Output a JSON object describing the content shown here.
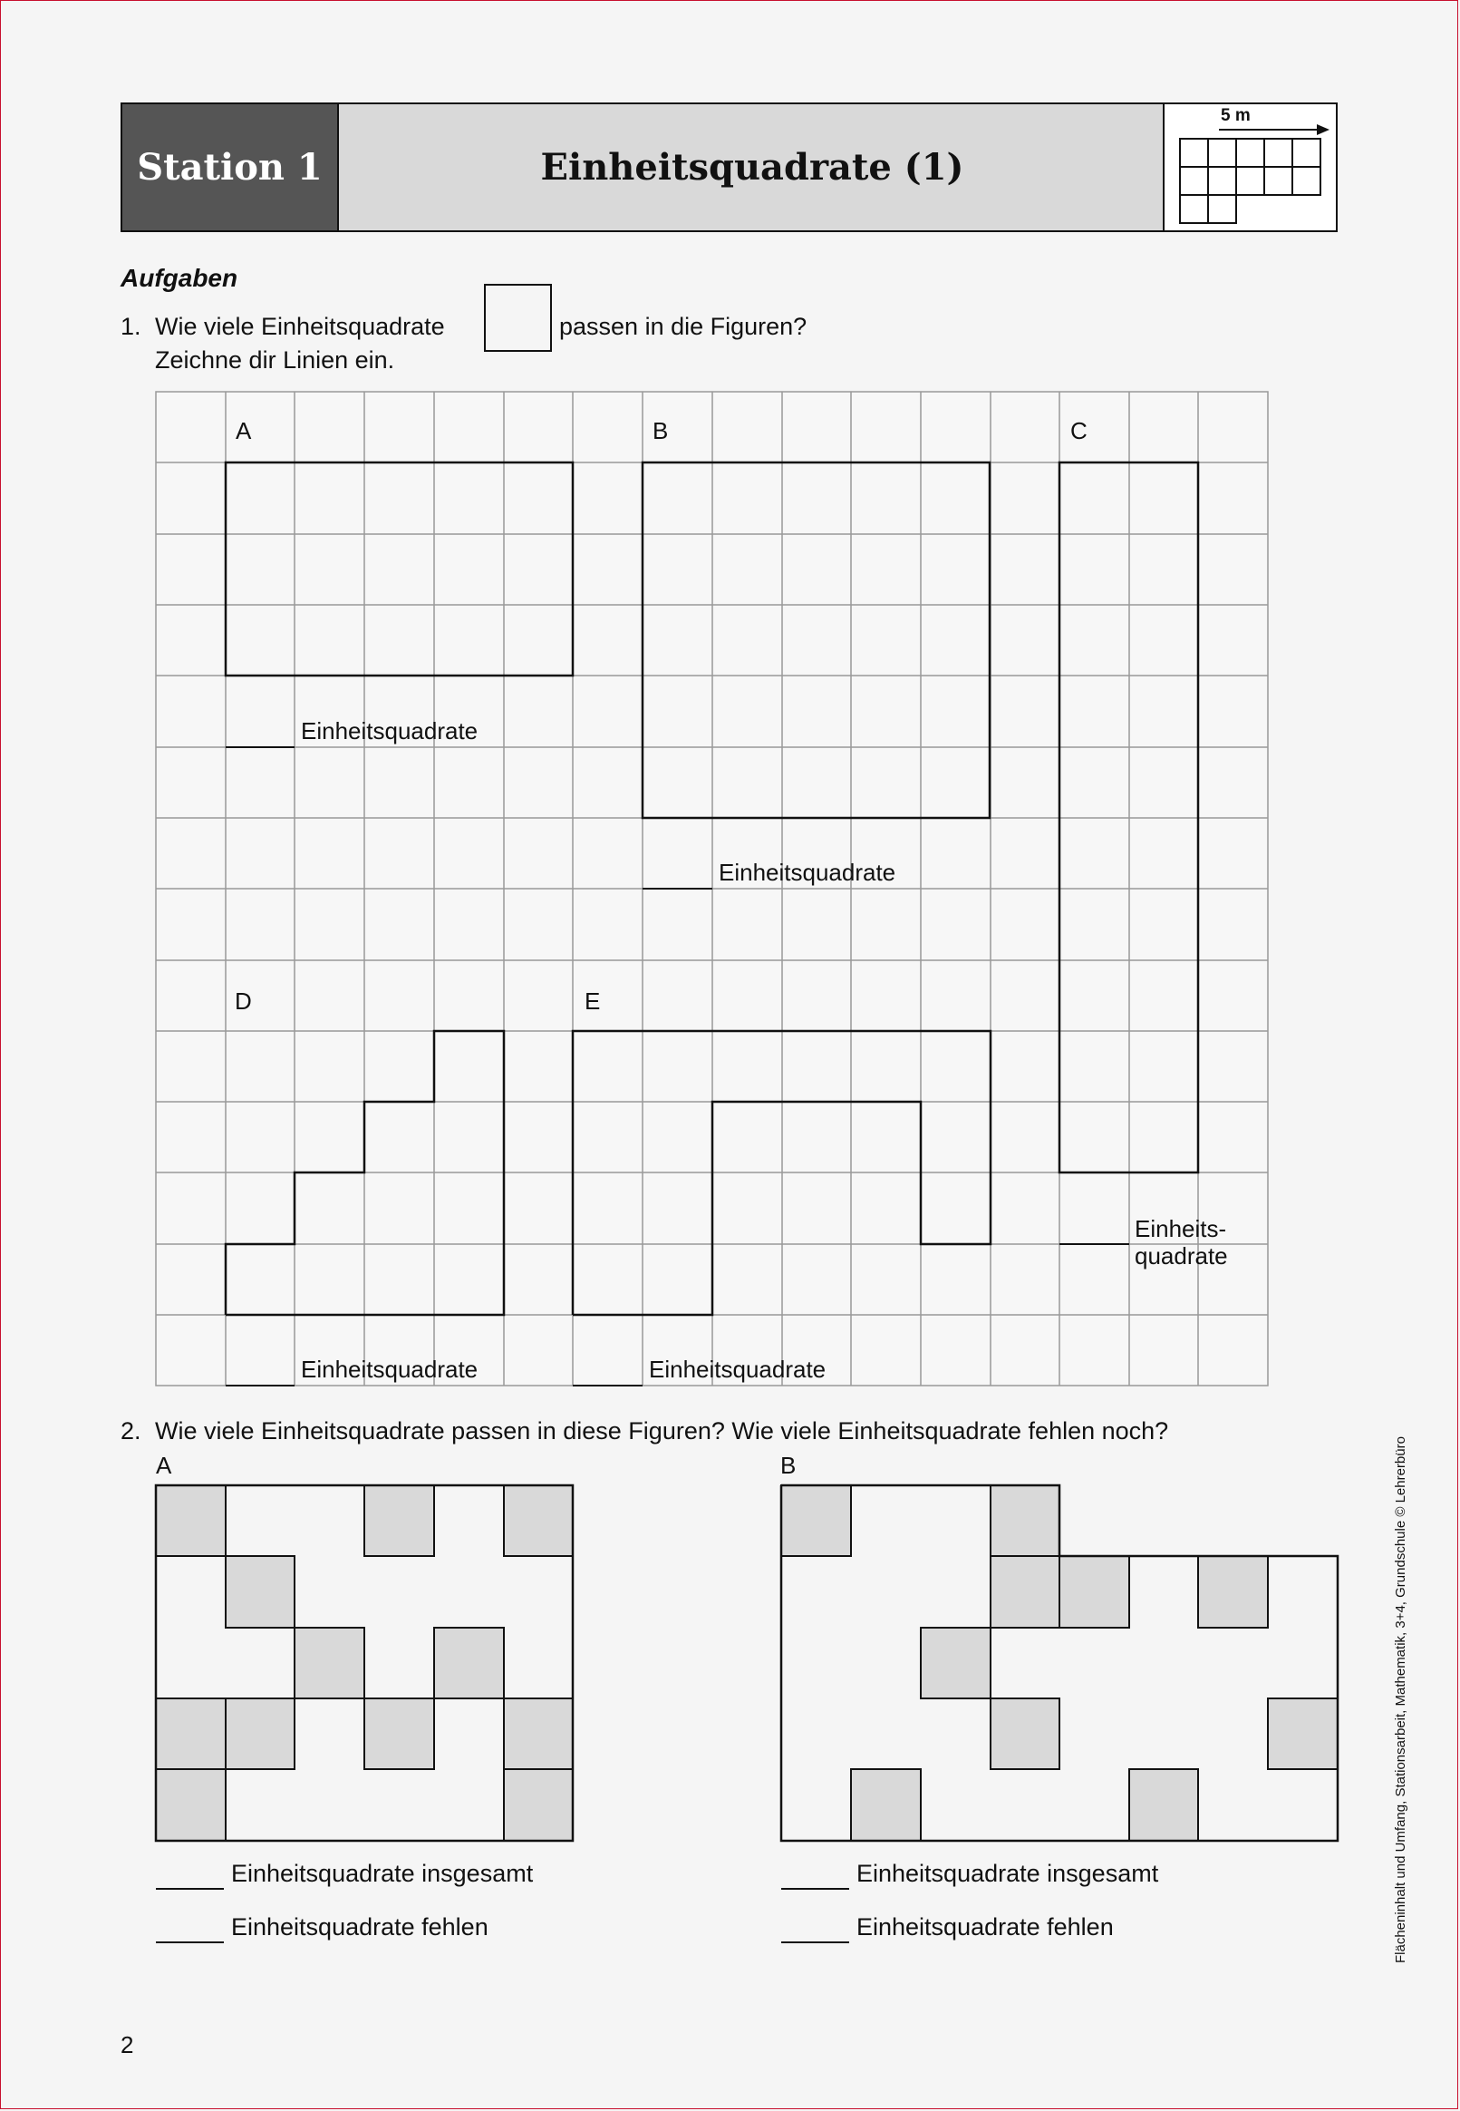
{
  "header": {
    "station": "Station 1",
    "title": "Einheitsquadrate (1)",
    "icon_label": "5 m"
  },
  "section_heading": "Aufgaben",
  "task1": {
    "number": "1.",
    "text_before": "Wie viele Einheitsquadrate",
    "text_after": "passen in die Figuren?",
    "line2": "Zeichne dir Linien ein.",
    "figures": [
      {
        "label": "A",
        "answer": "Einheitsquadrate"
      },
      {
        "label": "B",
        "answer": "Einheitsquadrate"
      },
      {
        "label": "C",
        "answer_line1": "Einheits-",
        "answer_line2": "quadrate"
      },
      {
        "label": "D",
        "answer": "Einheitsquadrate"
      },
      {
        "label": "E",
        "answer": "Einheitsquadrate"
      }
    ]
  },
  "task2": {
    "number": "2.",
    "text": "Wie viele Einheitsquadrate passen in diese Figuren? Wie viele Einheitsquadrate fehlen noch?",
    "figures": [
      {
        "label": "A",
        "total": "Einheitsquadrate insgesamt",
        "missing": "Einheitsquadrate fehlen"
      },
      {
        "label": "B",
        "total": "Einheitsquadrate insgesamt",
        "missing": "Einheitsquadrate fehlen"
      }
    ]
  },
  "side_text": "Flächeninhalt und Umfang, Stationsarbeit, Mathematik, 3+4, Grundschule © Lehrerbüro",
  "page_number": "2",
  "colors": {
    "shaded": "#d9d9d9",
    "grid": "#999999",
    "header_dark": "#555555",
    "border": "#c8102e"
  }
}
